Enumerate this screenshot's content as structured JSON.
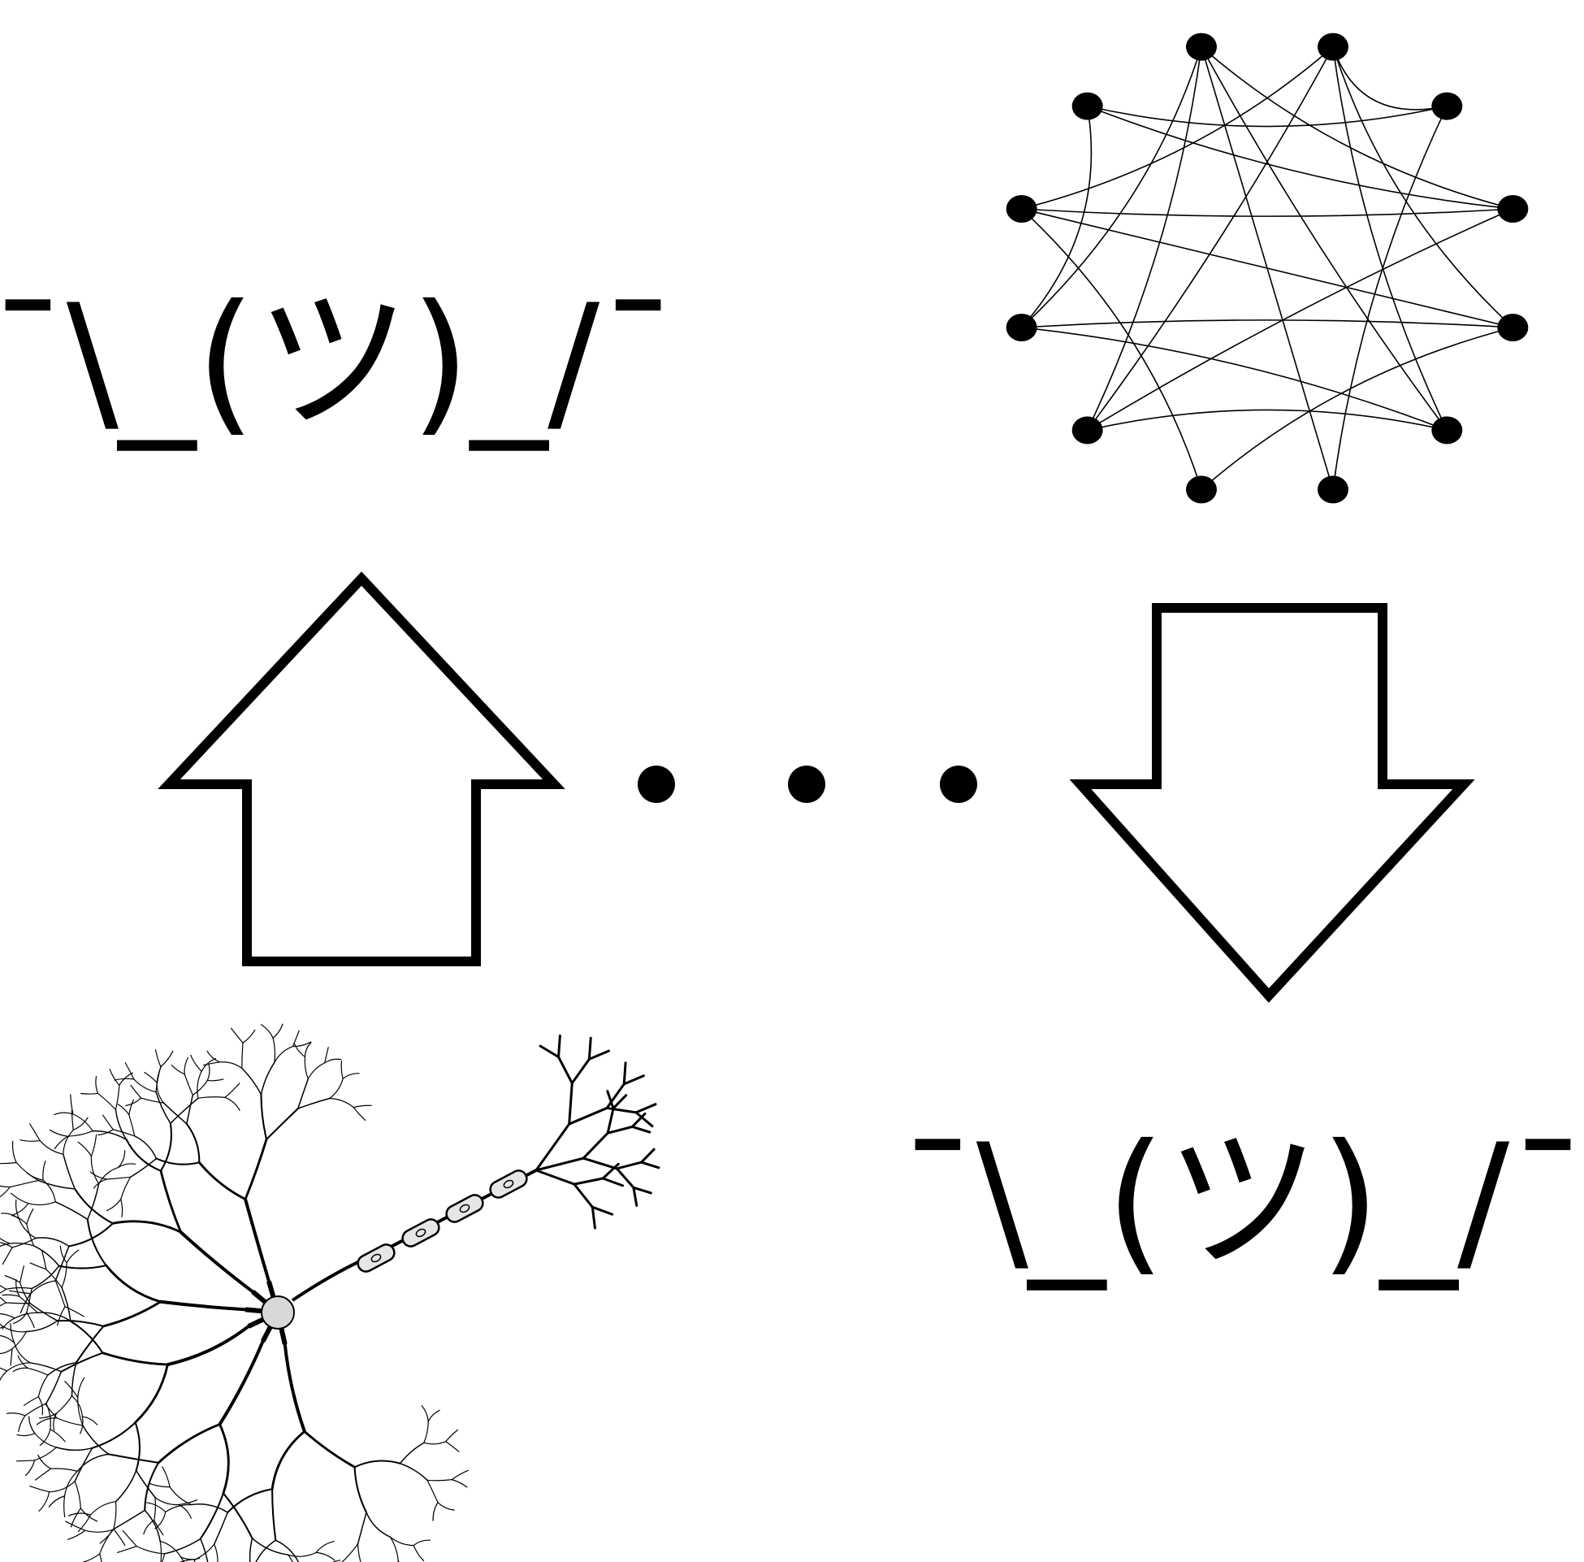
{
  "shrug_top": "¯\\_(ツ)_/¯",
  "shrug_bottom": "¯\\_(ツ)_/¯",
  "ellipsis": {
    "dots": 3
  },
  "network": {
    "nodes": 12,
    "edges": [
      [
        0,
        3
      ],
      [
        0,
        6
      ],
      [
        0,
        8
      ],
      [
        0,
        9
      ],
      [
        1,
        10
      ],
      [
        1,
        8
      ],
      [
        1,
        2
      ],
      [
        1,
        4
      ],
      [
        2,
        11
      ],
      [
        3,
        11
      ],
      [
        3,
        10
      ],
      [
        3,
        8
      ],
      [
        4,
        10
      ],
      [
        4,
        9
      ],
      [
        4,
        7
      ],
      [
        5,
        9
      ],
      [
        5,
        1
      ],
      [
        5,
        8
      ],
      [
        6,
        2
      ],
      [
        7,
        10
      ],
      [
        0,
        5
      ],
      [
        11,
        9
      ]
    ]
  },
  "colors": {
    "ink": "#000000",
    "background": "#ffffff"
  },
  "icons": [
    "up-arrow-icon",
    "down-arrow-icon",
    "network-graph-icon",
    "neuron-icon",
    "ellipsis-icon"
  ]
}
